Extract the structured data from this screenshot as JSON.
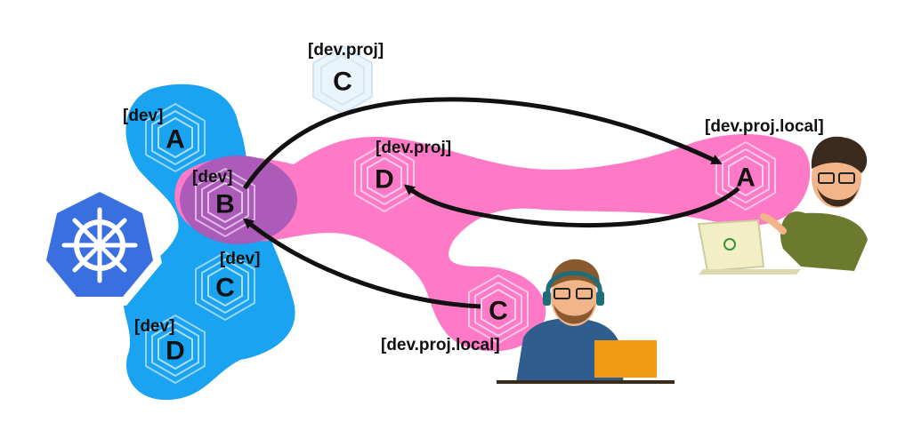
{
  "colors": {
    "cluster_blue": "#1AA3F0",
    "local_pink": "#FF7AC6",
    "overlap_purple": "#A85AB8",
    "k8s_blue": "#3A6FE0",
    "arrow": "#111111"
  },
  "cluster_nodes": {
    "A": {
      "letter": "A",
      "label": "[dev]"
    },
    "B": {
      "letter": "B",
      "label": "[dev]"
    },
    "C": {
      "letter": "C",
      "label": "[dev]"
    },
    "D": {
      "letter": "D",
      "label": "[dev]"
    }
  },
  "proj_nodes": {
    "C": {
      "letter": "C",
      "label": "[dev.proj]"
    },
    "D": {
      "letter": "D",
      "label": "[dev.proj]"
    }
  },
  "local_nodes": {
    "A": {
      "letter": "A",
      "label": "[dev.proj.local]"
    },
    "C": {
      "letter": "C",
      "label": "[dev.proj.local]"
    }
  },
  "icons": {
    "kubernetes": "kubernetes-icon",
    "developer_right": "developer-with-laptop-illustration",
    "developer_bottom": "developer-with-headphones-illustration"
  }
}
